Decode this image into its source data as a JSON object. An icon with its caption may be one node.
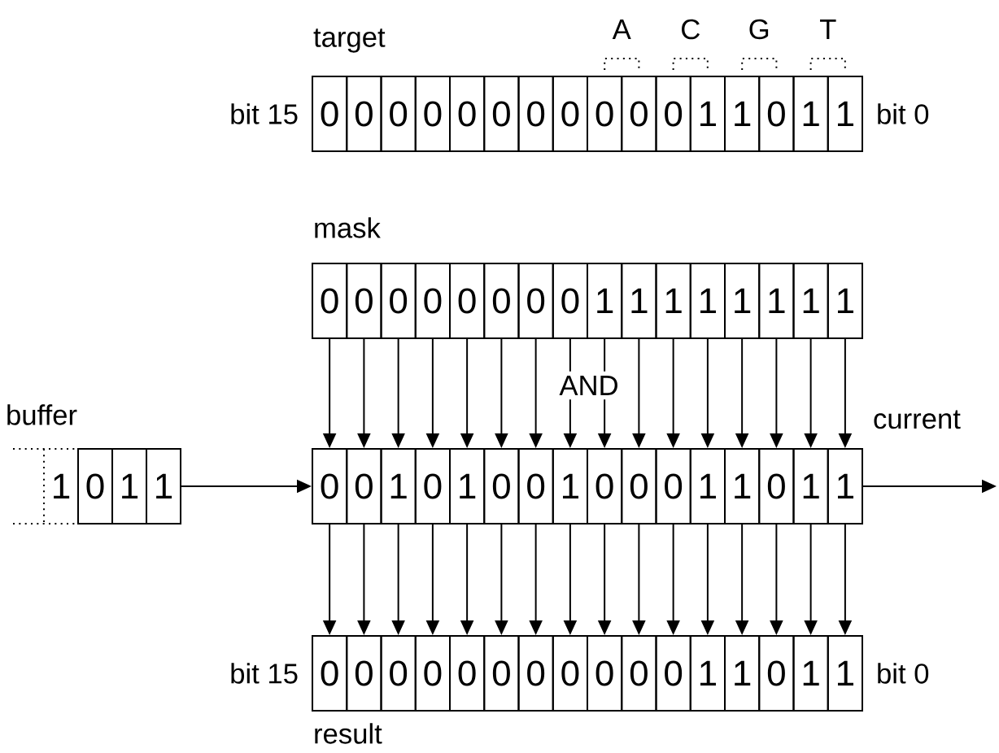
{
  "diagram": {
    "nodes": [
      {
        "text": [
          "target"
        ],
        "beside": [
          "bit 15",
          "bit 0"
        ]
      },
      {
        "text": [
          "0"
        ],
        "in": 0
      },
      {
        "text": [
          "0"
        ],
        "in": 0
      },
      {
        "text": [
          "0"
        ],
        "in": 0
      },
      {
        "text": [
          "0"
        ],
        "in": 0
      },
      {
        "text": [
          "0"
        ],
        "in": 0
      },
      {
        "text": [
          "0"
        ],
        "in": 0
      },
      {
        "text": [
          "0"
        ],
        "in": 0
      },
      {
        "text": [
          "0"
        ],
        "in": 0
      },
      {
        "text": [
          "0"
        ],
        "in": 0
      },
      {
        "text": [
          "0"
        ],
        "in": 0
      },
      {
        "text": [
          "0"
        ],
        "in": 0
      },
      {
        "text": [
          "1"
        ],
        "in": 0
      },
      {
        "text": [
          "1"
        ],
        "in": 0
      },
      {
        "text": [
          "0"
        ],
        "in": 0
      },
      {
        "text": [
          "1"
        ],
        "in": 0
      },
      {
        "text": [
          "1"
        ],
        "in": 0
      },
      {
        "text": [
          "mask"
        ]
      },
      {
        "text": [
          "0"
        ],
        "in": 17
      },
      {
        "text": [
          "0"
        ],
        "in": 17
      },
      {
        "text": [
          "0"
        ],
        "in": 17
      },
      {
        "text": [
          "0"
        ],
        "in": 17
      },
      {
        "text": [
          "0"
        ],
        "in": 17
      },
      {
        "text": [
          "0"
        ],
        "in": 17
      },
      {
        "text": [
          "0"
        ],
        "in": 17
      },
      {
        "text": [
          "0"
        ],
        "in": 17
      },
      {
        "text": [
          "1"
        ],
        "in": 17
      },
      {
        "text": [
          "1"
        ],
        "in": 17
      },
      {
        "text": [
          "1"
        ],
        "in": 17
      },
      {
        "text": [
          "1"
        ],
        "in": 17
      },
      {
        "text": [
          "1"
        ],
        "in": 17
      },
      {
        "text": [
          "1"
        ],
        "in": 17
      },
      {
        "text": [
          "1"
        ],
        "in": 17
      },
      {
        "text": [
          "1"
        ],
        "in": 17
      },
      {
        "text": [
          "buffer"
        ]
      },
      {
        "text": [
          "1"
        ]
      },
      {
        "text": [
          "0"
        ],
        "in": 34
      },
      {
        "text": [
          "1"
        ],
        "in": 34
      },
      {
        "text": [
          "1"
        ],
        "in": 34
      },
      {
        "text": [
          "current"
        ]
      },
      {
        "text": [
          "0"
        ],
        "in": 39
      },
      {
        "text": [
          "0"
        ],
        "in": 39
      },
      {
        "text": [
          "1"
        ],
        "in": 39
      },
      {
        "text": [
          "0"
        ],
        "in": 39
      },
      {
        "text": [
          "1"
        ],
        "in": 39
      },
      {
        "text": [
          "0"
        ],
        "in": 39
      },
      {
        "text": [
          "0"
        ],
        "in": 39
      },
      {
        "text": [
          "1"
        ],
        "in": 39
      },
      {
        "text": [
          "0"
        ],
        "in": 39
      },
      {
        "text": [
          "0"
        ],
        "in": 39
      },
      {
        "text": [
          "0"
        ],
        "in": 39
      },
      {
        "text": [
          "1"
        ],
        "in": 39
      },
      {
        "text": [
          "1"
        ],
        "in": 39
      },
      {
        "text": [
          "0"
        ],
        "in": 39
      },
      {
        "text": [
          "1"
        ],
        "in": 39
      },
      {
        "text": [
          "1"
        ],
        "in": 39
      },
      {
        "text": [
          "result"
        ],
        "beside": [
          "bit 15",
          "bit 0"
        ]
      },
      {
        "text": [
          "0"
        ],
        "in": 56
      },
      {
        "text": [
          "0"
        ],
        "in": 56
      },
      {
        "text": [
          "0"
        ],
        "in": 56
      },
      {
        "text": [
          "0"
        ],
        "in": 56
      },
      {
        "text": [
          "0"
        ],
        "in": 56
      },
      {
        "text": [
          "0"
        ],
        "in": 56
      },
      {
        "text": [
          "0"
        ],
        "in": 56
      },
      {
        "text": [
          "0"
        ],
        "in": 56
      },
      {
        "text": [
          "0"
        ],
        "in": 56
      },
      {
        "text": [
          "0"
        ],
        "in": 56
      },
      {
        "text": [
          "0"
        ],
        "in": 56
      },
      {
        "text": [
          "1"
        ],
        "in": 56
      },
      {
        "text": [
          "1"
        ],
        "in": 56
      },
      {
        "text": [
          "0"
        ],
        "in": 56
      },
      {
        "text": [
          "1"
        ],
        "in": 56
      },
      {
        "text": [
          "1"
        ],
        "in": 56
      }
    ],
    "edges": [
      {
        "from": 34,
        "to": 39,
        "arrow": "to"
      },
      {
        "from": 39,
        "to": null,
        "arrow": "to"
      },
      {
        "from": 18,
        "to": 40,
        "arrow": "to"
      },
      {
        "from": 19,
        "to": 41,
        "arrow": "to"
      },
      {
        "from": 20,
        "to": 42,
        "arrow": "to"
      },
      {
        "from": 21,
        "to": 43,
        "arrow": "to"
      },
      {
        "from": 22,
        "to": 44,
        "arrow": "to"
      },
      {
        "from": 23,
        "to": 45,
        "arrow": "to"
      },
      {
        "from": 24,
        "to": 46,
        "arrow": "to"
      },
      {
        "from": 25,
        "to": 47,
        "arrow": "to"
      },
      {
        "from": 26,
        "to": 48,
        "arrow": "to"
      },
      {
        "from": 27,
        "to": 49,
        "arrow": "to"
      },
      {
        "from": 28,
        "to": 50,
        "arrow": "to"
      },
      {
        "from": 29,
        "to": 51,
        "arrow": "to"
      },
      {
        "from": 30,
        "to": 52,
        "arrow": "to"
      },
      {
        "from": 31,
        "to": 53,
        "arrow": "to"
      },
      {
        "from": 32,
        "to": 54,
        "arrow": "to"
      },
      {
        "from": 33,
        "to": 55,
        "arrow": "to"
      },
      {
        "from": 40,
        "to": 57,
        "arrow": "to"
      },
      {
        "from": 41,
        "to": 58,
        "arrow": "to"
      },
      {
        "from": 42,
        "to": 59,
        "arrow": "to"
      },
      {
        "from": 43,
        "to": 60,
        "arrow": "to"
      },
      {
        "from": 44,
        "to": 61,
        "arrow": "to"
      },
      {
        "from": 45,
        "to": 62,
        "arrow": "to"
      },
      {
        "from": 46,
        "to": 63,
        "arrow": "to"
      },
      {
        "from": 47,
        "to": 64,
        "arrow": "to"
      },
      {
        "from": 48,
        "to": 65,
        "arrow": "to"
      },
      {
        "from": 49,
        "to": 66,
        "arrow": "to"
      },
      {
        "from": 50,
        "to": 67,
        "arrow": "to"
      },
      {
        "from": 51,
        "to": 68,
        "arrow": "to"
      },
      {
        "from": 52,
        "to": 69,
        "arrow": "to"
      },
      {
        "from": 53,
        "to": 70,
        "arrow": "to"
      },
      {
        "from": 54,
        "to": 71,
        "arrow": "to"
      },
      {
        "from": 55,
        "to": 72,
        "arrow": "to"
      }
    ],
    "labels": [
      "A",
      "C",
      "G",
      "T",
      "AND"
    ]
  }
}
